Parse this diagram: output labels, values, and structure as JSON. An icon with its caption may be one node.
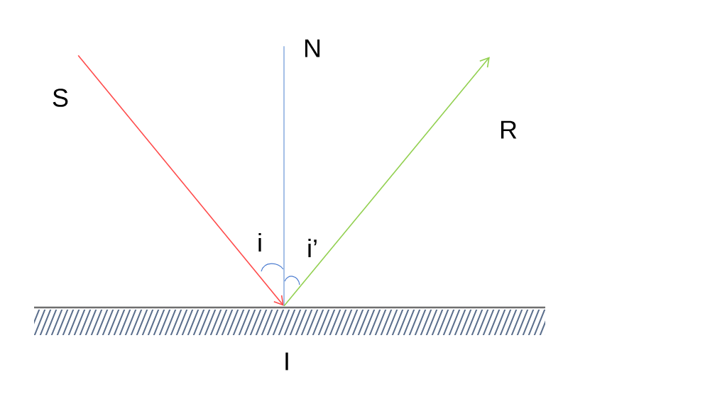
{
  "diagram": {
    "nodes": [
      {
        "text": [
          "S"
        ]
      },
      {
        "text": [
          "N"
        ]
      },
      {
        "text": [
          "R"
        ]
      },
      {
        "text": [
          "I"
        ]
      }
    ],
    "edges": [
      {
        "from": 0,
        "to": 3,
        "arrow": "to",
        "color": "#ff4b4b"
      },
      {
        "from": 3,
        "to": 1,
        "arrow": "none",
        "color": "#8fb0e0"
      },
      {
        "from": 3,
        "to": 2,
        "arrow": "to",
        "color": "#92d050"
      }
    ],
    "labels": [
      "i",
      "i’"
    ]
  }
}
